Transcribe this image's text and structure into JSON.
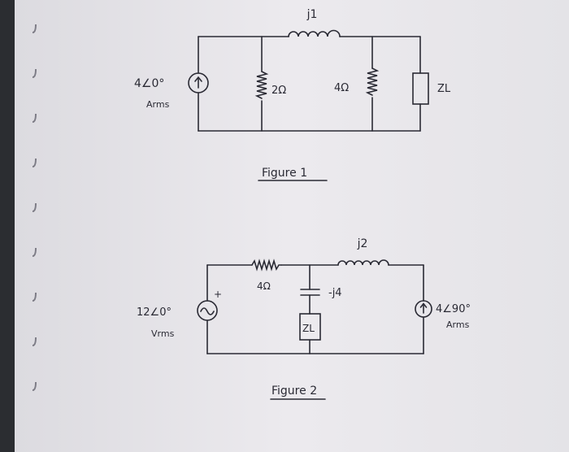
{
  "figure1": {
    "caption": "Figure 1",
    "source_label_value": "4∠0°",
    "source_label_unit": "Arms",
    "inductor_label": "j1",
    "resistor_left_label": "2Ω",
    "resistor_right_label": "4Ω",
    "load_label": "ZL"
  },
  "figure2": {
    "caption": "Figure 2",
    "voltage_source_value": "12∠0°",
    "voltage_source_unit": "Vrms",
    "voltage_polarity": "+",
    "resistor_label": "4Ω",
    "inductor_label": "j2",
    "capacitor_label": "-j4",
    "load_label": "ZL",
    "current_source_value": "4∠90°",
    "current_source_unit": "Arms"
  },
  "colors": {
    "paper": "#e9e8ec",
    "ink": "#2a2a34",
    "dark_edge": "#2b2d31"
  }
}
